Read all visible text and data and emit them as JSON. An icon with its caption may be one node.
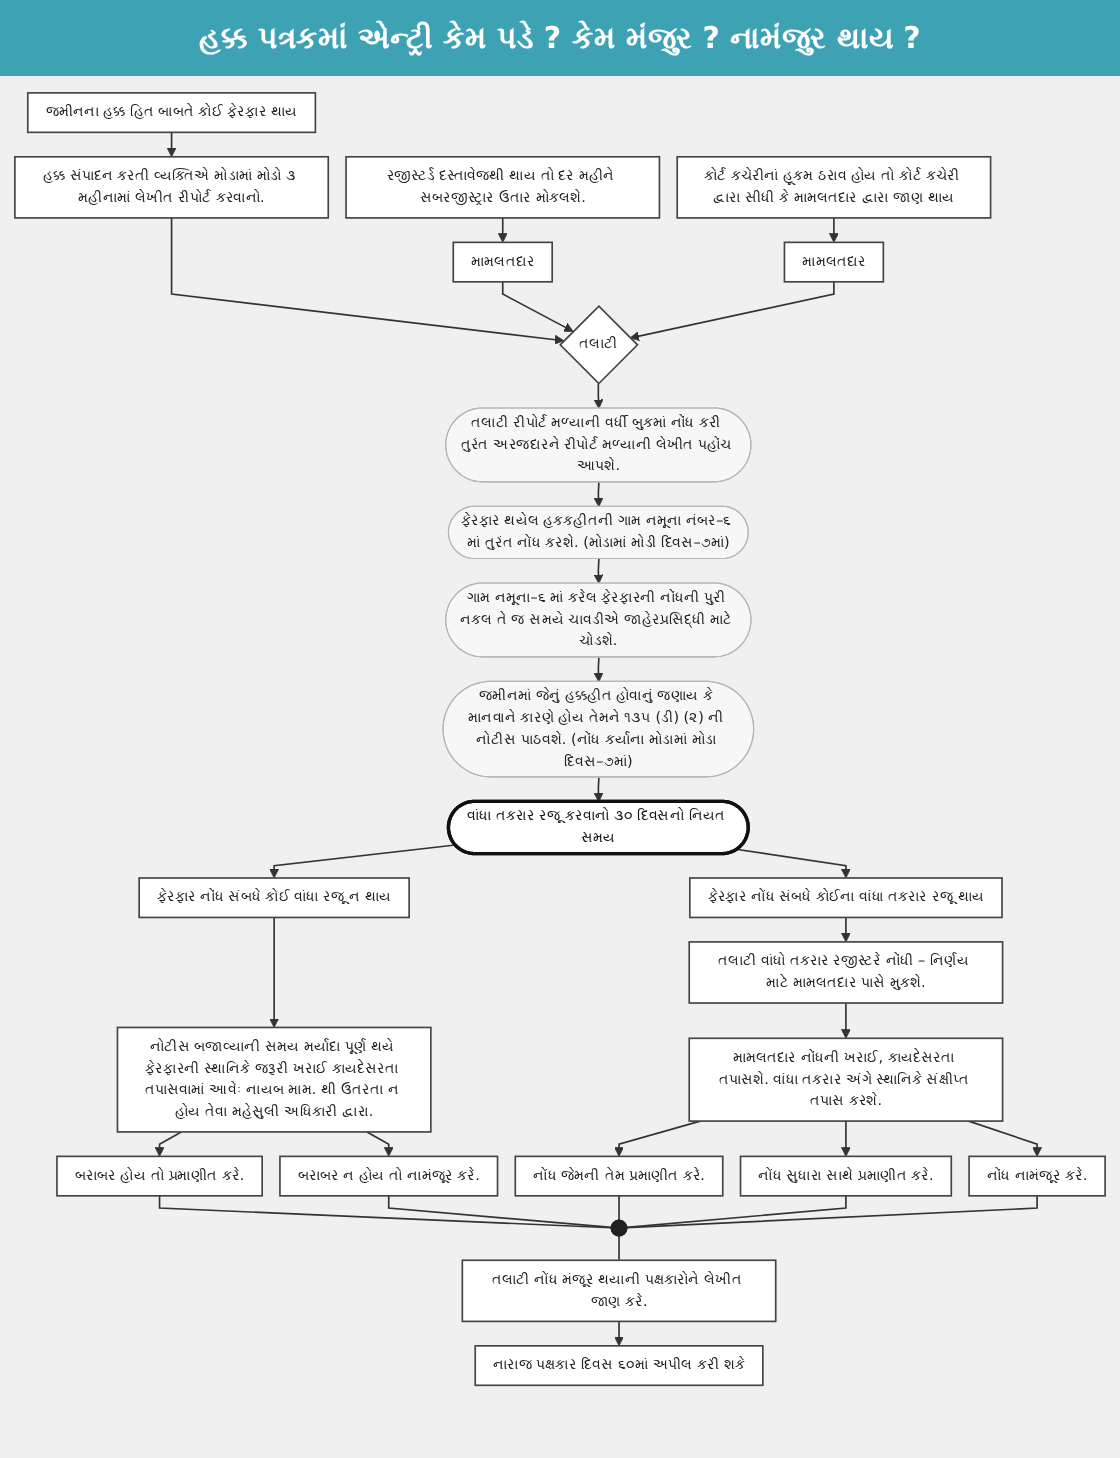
{
  "diagram": {
    "title": "હક્ક પત્રકમાં એન્ટ્રી કેમ પડે ? કેમ મંજુર ? નામંજુર થાય ?",
    "nodes": [
      {
        "text": [
          "જમીનના હક્ક હિત બાબતે કોઈ ફેરફાર થાય"
        ]
      },
      {
        "text": [
          "રજીસ્ટર્ડ દસ્તાવેજથી થાય તો દર મહીને સબરજીસ્ટ્રાર ઉતાર મોકલશે."
        ]
      },
      {
        "text": [
          "હક્ક સંપાદન કરતી વ્યક્તિએ મોડામાં મોડો ૩ મહીનામાં લેખીત રીપોર્ટ કરવાનો."
        ]
      },
      {
        "text": [
          "કોર્ટ કચેરીનાં હૂકમ ઠરાવ હોય તો કોર્ટ કચેરી દ્વારા સીધી કે મામલતદાર દ્વારા જાણ થાય"
        ]
      },
      {
        "text": [
          "મામલતદાર"
        ]
      },
      {
        "text": [
          "તલાટી"
        ]
      },
      {
        "text": [
          "મામલતદાર"
        ]
      },
      {
        "text": [
          "તલાટી રીપોર્ટ મળ્યાની વર્ધી બુકમાં નોંધ કરી તુરંત અરજદારને રીપોર્ટ મળ્યાની લેખીત પહોંચ આપશે."
        ]
      },
      {
        "text": [
          "ફેરફાર થયેલ હકકહીતની ગામ નમૂના નંબર–૬ માં તુરંત નોંધ કરશે. (મોડામાં મોડી દિવસ–૭માં)"
        ]
      },
      {
        "text": [
          "ગામ નમૂના–૬ માં કરેલ ફેરફારની નોંધની પુરી નકલ તે જ સમયે ચાવડીએ જાહેરપ્રસિદ્ધી માટે ચોડશે."
        ]
      },
      {
        "text": [
          "જમીનમાં જેનું હક્કહીત હોવાનું જણાય કે માનવાને કારણે હોય તેમને ૧૩૫ (ડી) (૨) ની નોટીસ પાઠવશે. (નોંધ કર્યાના મોડામાં મોડા દિવસ–૭માં)"
        ]
      },
      {
        "text": [
          "વાંધા તકરાર રજૂ કરવાનો ૩૦ દિવસનો નિયત સમય"
        ]
      },
      {
        "text": [
          "ફેરફાર નોંધ સંબધે કોઈ વાંધા રજૂ ન થાય"
        ]
      },
      {
        "text": [
          "ફેરફાર નોંધ સંબધે કોઈના વાંધા તકરાર રજૂ થાય"
        ]
      },
      {
        "text": [
          "તલાટી વાંધો તકરાર રજીસ્ટરે નોંધી – નિર્ણય માટે મામલતદાર પાસે મુકશે."
        ]
      },
      {
        "text": [
          "નોટીસ બજાવ્યાની સમય મર્યાદા પૂર્ણ થયે ફેરફારની સ્થાનિકે જરૂરી ખરાઈ કાયદેસરતા તપાસવામાં આવેઃ નાયબ મામ. થી ઉતરતા ન હોય તેવા મહેસુલી અધિકારી દ્વારા."
        ]
      },
      {
        "text": [
          "મામલતદાર નોંધની ખરાઈ, કાયદેસરતા તપાસશે. વાંધા તકરાર અંગે સ્થાનિકે સંક્ષીપ્ત તપાસ કરશે."
        ]
      },
      {
        "text": [
          "બરાબર હોય તો પ્રમાણીત કરે."
        ]
      },
      {
        "text": [
          "બરાબર ન હોય તો નામંજૂર કરે."
        ]
      },
      {
        "text": [
          "નોંધ જેમની તેમ પ્રમાણીત કરે."
        ]
      },
      {
        "text": [
          "નોંધ સુધારા સાથે પ્રમાણીત કરે."
        ]
      },
      {
        "text": [
          "નોંધ નામંજૂર કરે."
        ]
      },
      {
        "text": [],
        "shape": "circle"
      },
      {
        "text": [
          "તલાટી નોંધ મંજૂર થયાની પક્ષકારોને લેખીત જાણ કરે."
        ]
      },
      {
        "text": [
          "નારાજ પક્ષકાર દિવસ ૬૦માં અપીલ કરી શકે"
        ]
      }
    ],
    "edges": [
      {
        "from": 0,
        "to": 2,
        "arrow": "to"
      },
      {
        "from": 1,
        "to": 4,
        "arrow": "to"
      },
      {
        "from": 2,
        "to": 5,
        "arrow": "to"
      },
      {
        "from": 3,
        "to": 6,
        "arrow": "to"
      },
      {
        "from": 4,
        "to": 5,
        "arrow": "to"
      },
      {
        "from": 6,
        "to": 5,
        "arrow": "to"
      },
      {
        "from": 5,
        "to": 7,
        "arrow": "to"
      },
      {
        "from": 7,
        "to": 8,
        "arrow": "to"
      },
      {
        "from": 8,
        "to": 9,
        "arrow": "to"
      },
      {
        "from": 9,
        "to": 10,
        "arrow": "to"
      },
      {
        "from": 10,
        "to": 11,
        "arrow": "to"
      },
      {
        "from": 11,
        "to": 12,
        "arrow": "to"
      },
      {
        "from": 11,
        "to": 13,
        "arrow": "to"
      },
      {
        "from": 13,
        "to": 14,
        "arrow": "to"
      },
      {
        "from": 12,
        "to": 15,
        "arrow": "to"
      },
      {
        "from": 14,
        "to": 16,
        "arrow": "to"
      },
      {
        "from": 15,
        "to": 17,
        "arrow": "to"
      },
      {
        "from": 15,
        "to": 18,
        "arrow": "to"
      },
      {
        "from": 16,
        "to": 19,
        "arrow": "to"
      },
      {
        "from": 16,
        "to": 20,
        "arrow": "to"
      },
      {
        "from": 16,
        "to": 21,
        "arrow": "to"
      },
      {
        "from": 17,
        "to": 22,
        "arrow": "none"
      },
      {
        "from": 18,
        "to": 22,
        "arrow": "none"
      },
      {
        "from": 19,
        "to": 22,
        "arrow": "none"
      },
      {
        "from": 20,
        "to": 22,
        "arrow": "none"
      },
      {
        "from": 21,
        "to": 22,
        "arrow": "none"
      },
      {
        "from": 22,
        "to": 23,
        "arrow": "none"
      },
      {
        "from": 23,
        "to": 24,
        "arrow": "to"
      }
    ]
  }
}
